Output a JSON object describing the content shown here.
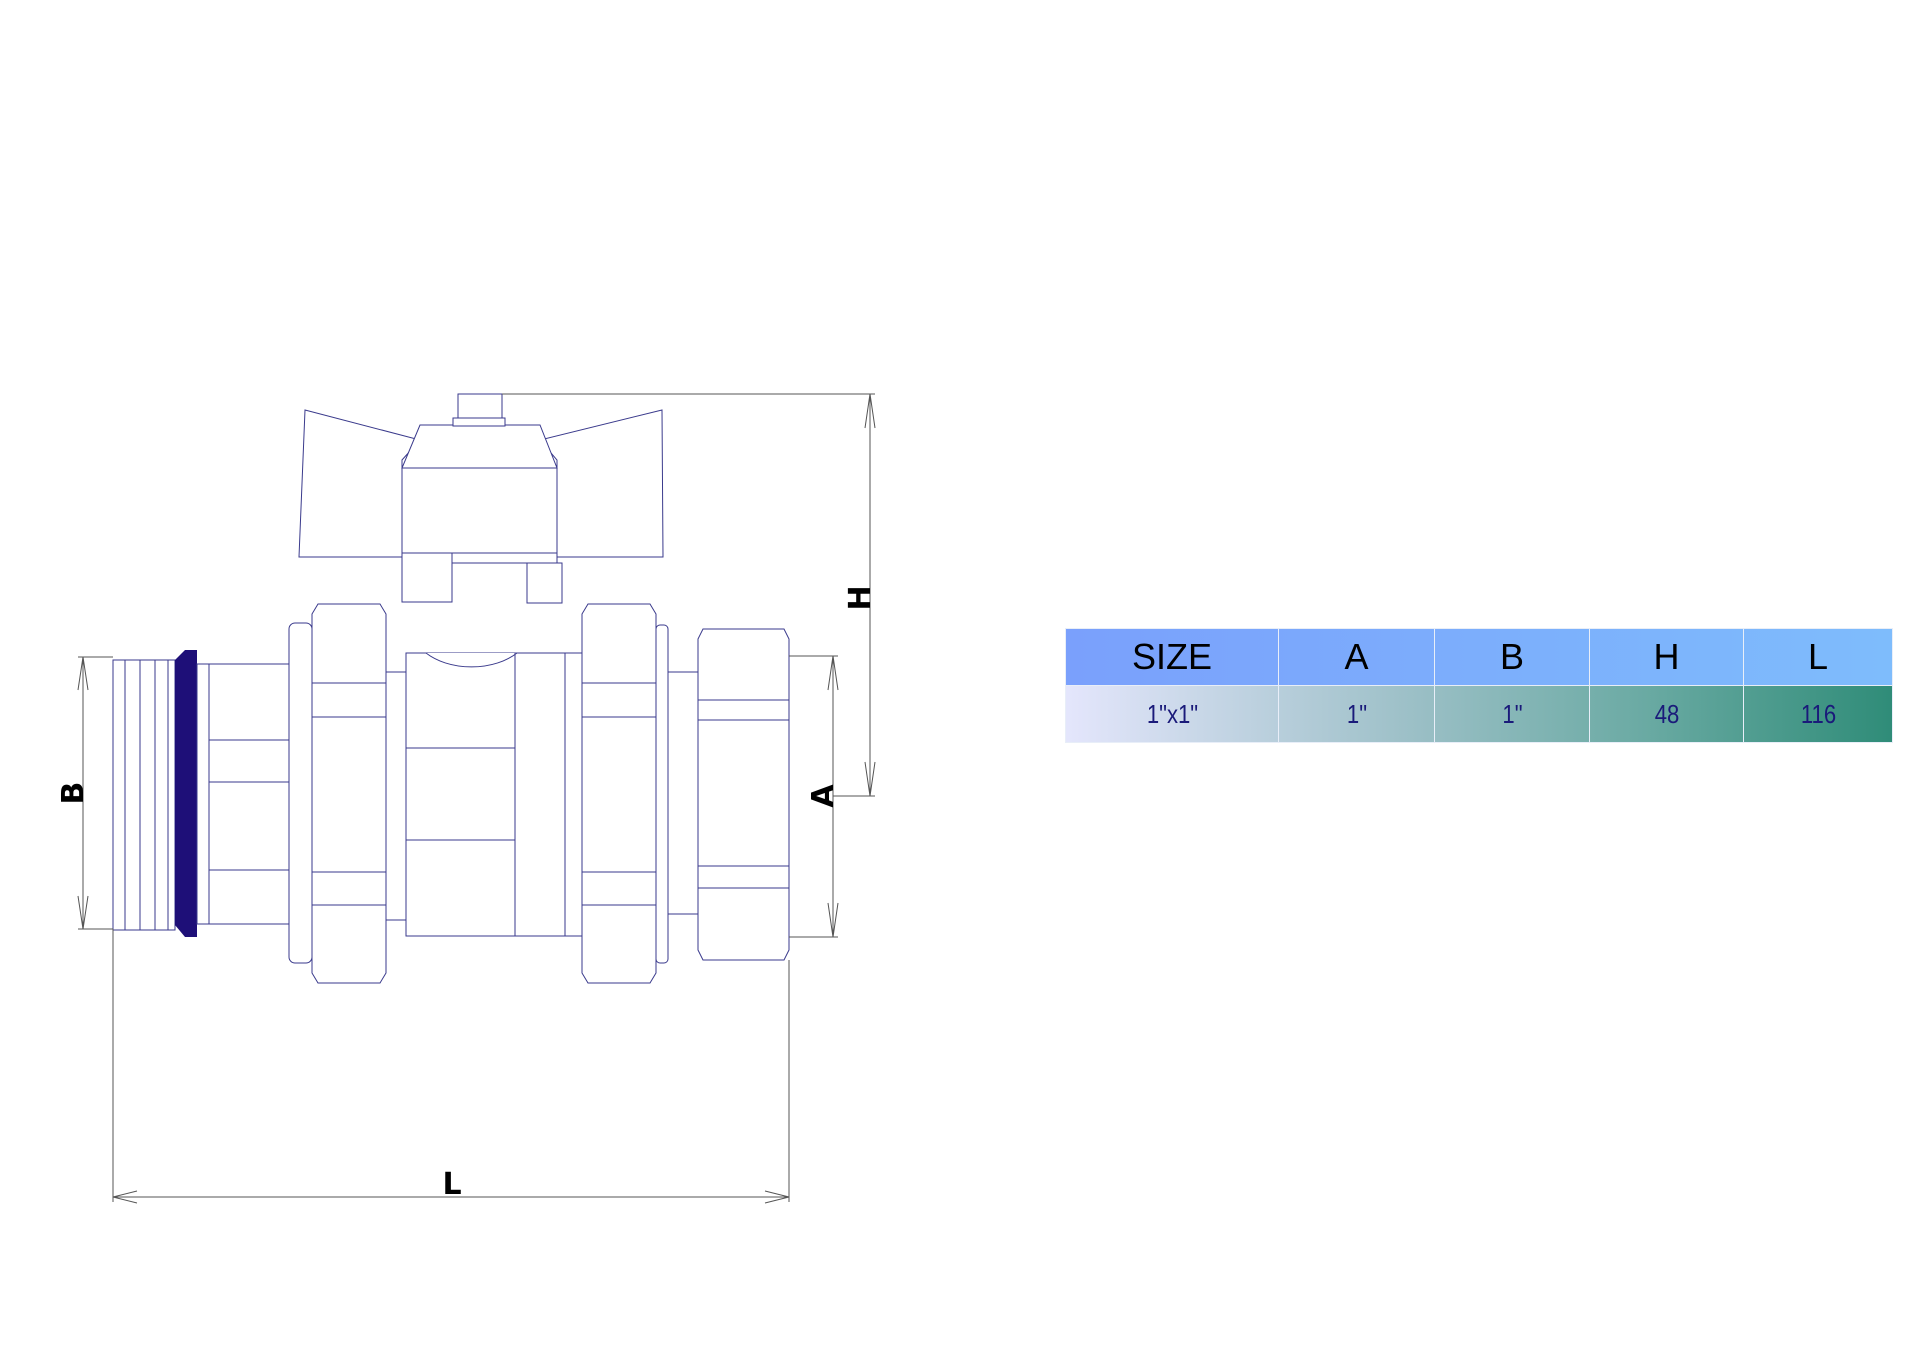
{
  "drawing": {
    "dimension_labels": {
      "B": "B",
      "A": "A",
      "H": "H",
      "L": "L"
    },
    "colors": {
      "line": "#3a3a8c",
      "seal": "#1e0f78"
    }
  },
  "spec_table": {
    "headers": [
      "SIZE",
      "A",
      "B",
      "H",
      "L"
    ],
    "rows": [
      [
        "1\"x1\"",
        "1\"",
        "1\"",
        "48",
        "116"
      ]
    ]
  }
}
